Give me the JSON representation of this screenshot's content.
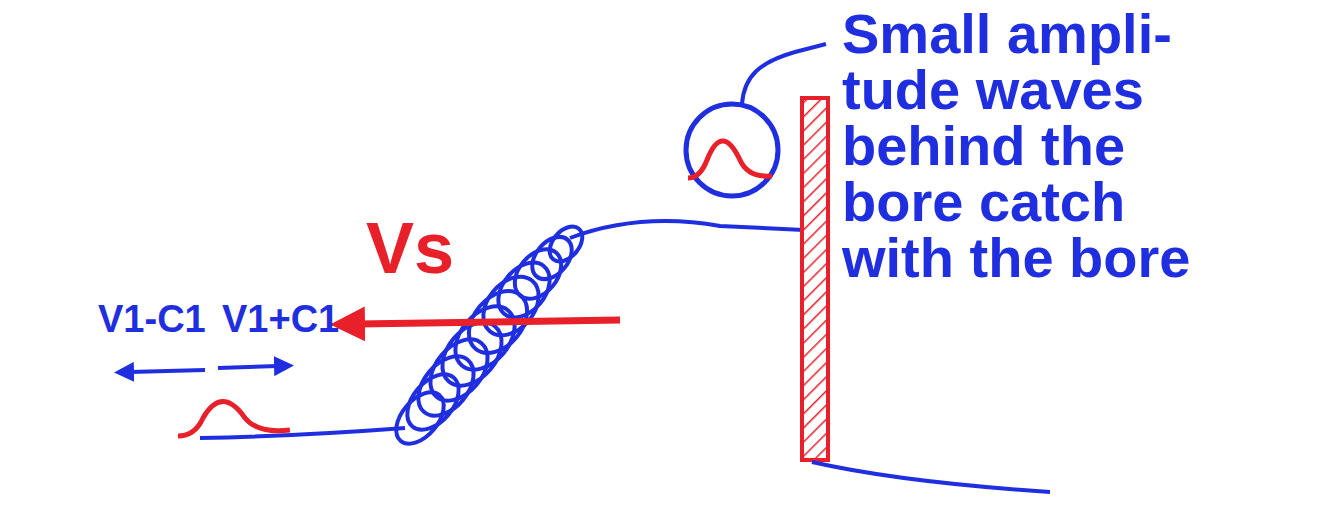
{
  "diagram": {
    "labels": [
      "Vs",
      "V1-C1",
      "V1+C1",
      "Small ampli- tude waves behind the bore catch with the bore"
    ]
  }
}
